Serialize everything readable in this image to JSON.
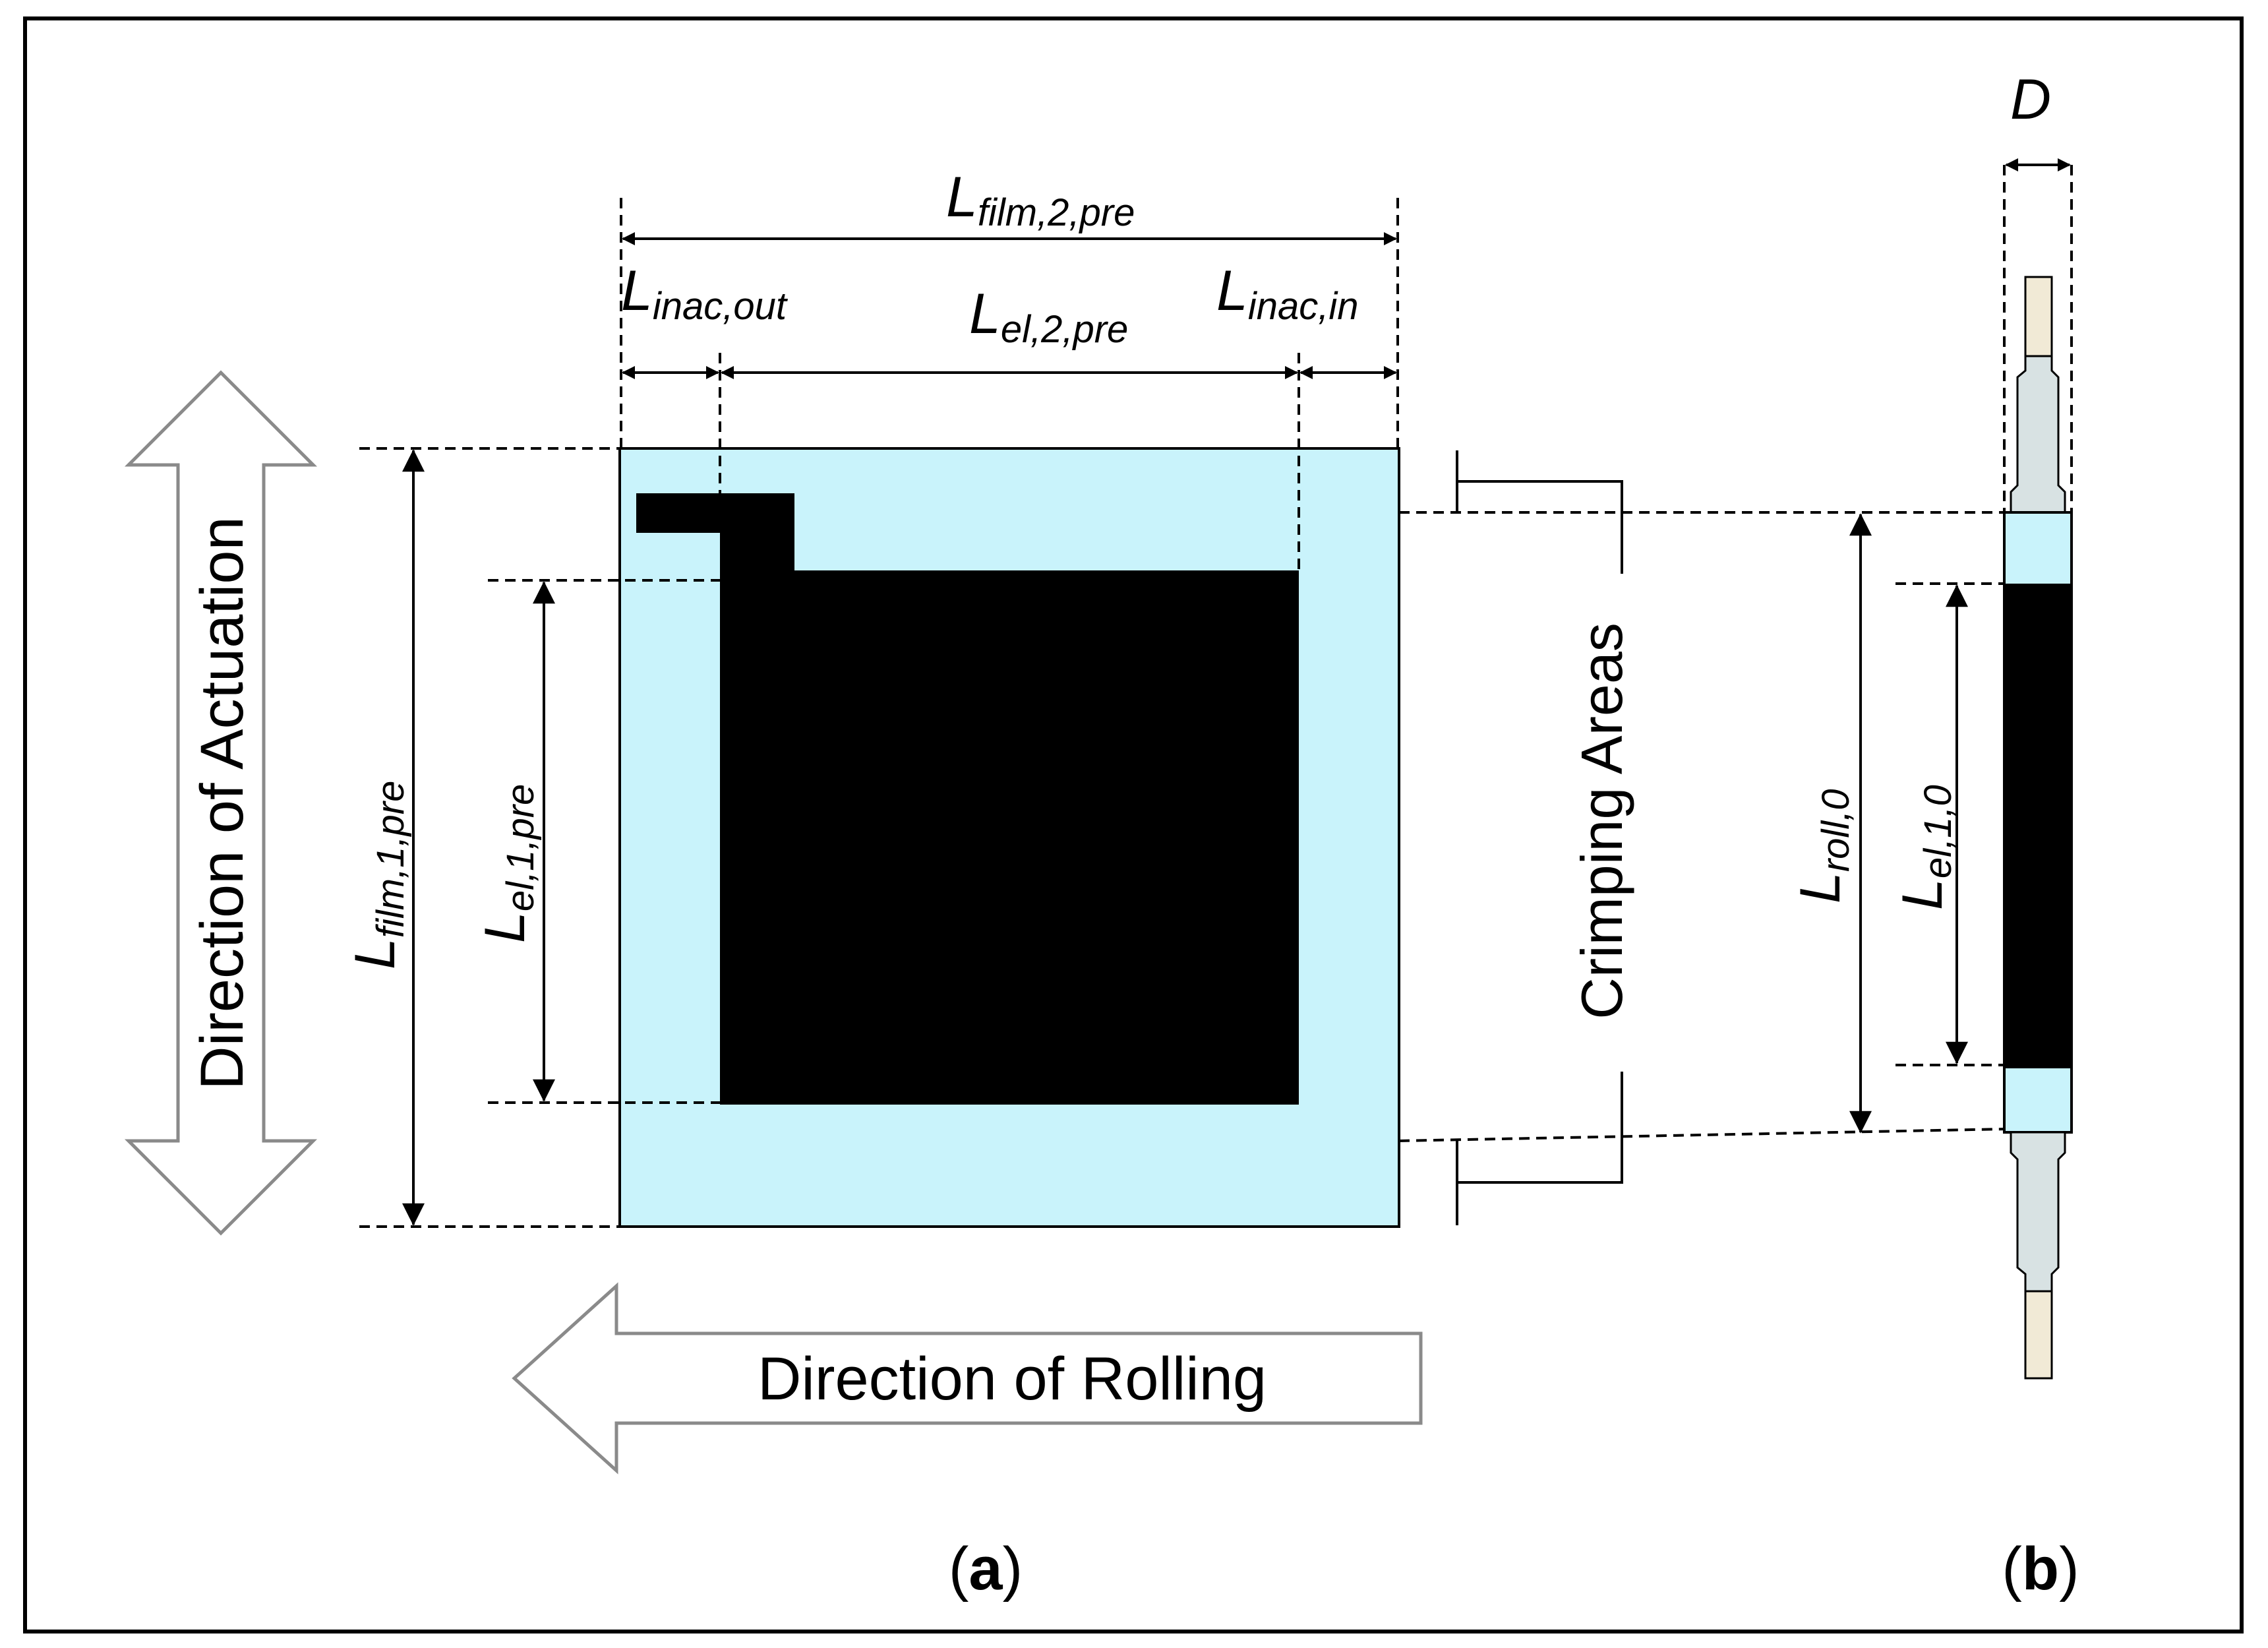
{
  "labels": {
    "direction_actuation": "Direction of Actuation",
    "direction_rolling": "Direction of Rolling",
    "crimping_areas": "Crimping Areas",
    "panel_a_open": "(",
    "panel_a_letter": "a",
    "panel_a_close": ")",
    "panel_b_open": "(",
    "panel_b_letter": "b",
    "panel_b_close": ")"
  },
  "symbols": {
    "L": "L",
    "D": "D",
    "film_2_pre": "film,2,pre",
    "inac_out": "inac,out",
    "el_2_pre": "el,2,pre",
    "inac_in": "inac,in",
    "film_1_pre": "film,1,pre",
    "el_1_pre": "el,1,pre",
    "roll_0": "roll,0",
    "el_1_0": "el,1,0"
  },
  "colors": {
    "film": "#c9f3fb",
    "electrode": "#000000",
    "rod": "#d8e2e3",
    "rod_end": "#f1ead6",
    "outline_arrow": "#8a8a8a"
  }
}
